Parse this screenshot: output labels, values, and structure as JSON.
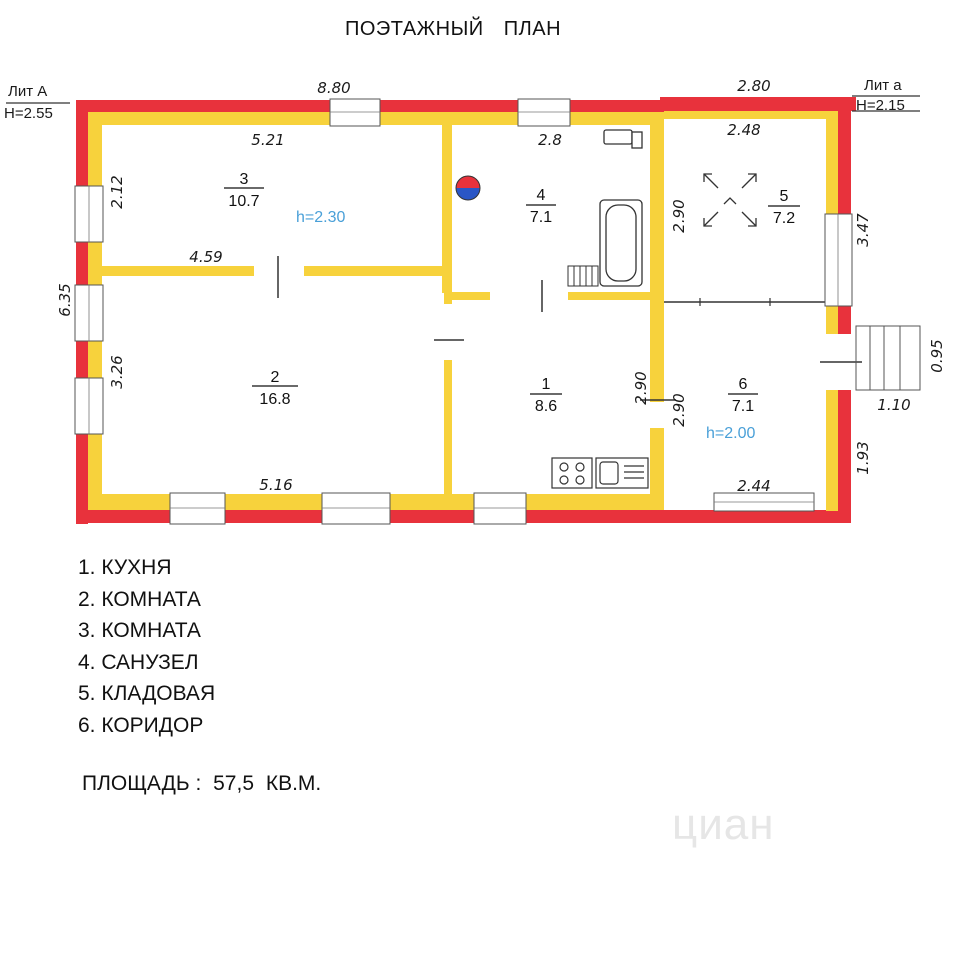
{
  "title": "ПОЭТАЖНЫЙ   ПЛАН",
  "lit_a_main": {
    "name": "Лит А",
    "height": "H=2.55"
  },
  "lit_a_annex": {
    "name": "Лит а",
    "height": "H=2.15"
  },
  "ceiling_main": "h=2.30",
  "ceiling_annex": "h=2.00",
  "dimensions": {
    "top_main": "8.80",
    "top_annex": "2.80",
    "room3_top": "5.21",
    "room4_top": "2.8",
    "room5_top": "2.48",
    "room3_left": "2.12",
    "room3_bottom": "4.59",
    "total_left": "6.35",
    "room2_left": "3.26",
    "room2_bottom": "5.16",
    "room4_right": "2.90",
    "room1_right": "2.90",
    "room6_left": "2.90",
    "annex_right_upper": "3.47",
    "porch_width": "0.95",
    "porch_depth": "1.10",
    "annex_right_lower": "1.93",
    "room6_bottom": "2.44"
  },
  "rooms": [
    {
      "num": "3",
      "area": "10.7"
    },
    {
      "num": "4",
      "area": "7.1"
    },
    {
      "num": "5",
      "area": "7.2"
    },
    {
      "num": "2",
      "area": "16.8"
    },
    {
      "num": "1",
      "area": "8.6"
    },
    {
      "num": "6",
      "area": "7.1"
    }
  ],
  "legend": [
    "1. КУХНЯ",
    "2. КОМНАТА",
    "3. КОМНАТА",
    "4. САНУЗЕЛ",
    "5. КЛАДОВАЯ",
    "6. КОРИДОР"
  ],
  "area_total": {
    "label": "ПЛОЩАДЬ :",
    "value": "57,5",
    "unit": "КВ.М."
  },
  "watermark": "циан",
  "colors": {
    "wall_outer": "#e8323c",
    "wall_inner": "#f7d23c",
    "window": "#ffffff",
    "ceiling_text": "#4aa0d8"
  }
}
